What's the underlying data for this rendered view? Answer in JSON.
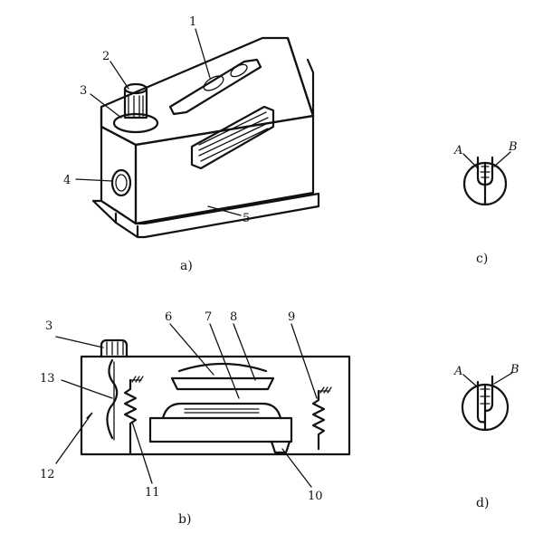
{
  "figure": {
    "captions": {
      "a": "a)",
      "b": "b)",
      "c": "c)",
      "d": "d)"
    },
    "view_a_labels": [
      "1",
      "2",
      "3",
      "4",
      "5"
    ],
    "view_b_labels": [
      "3",
      "6",
      "7",
      "8",
      "9",
      "13",
      "12",
      "11",
      "10"
    ],
    "bubble_labels": {
      "left": "A",
      "right": "B"
    }
  }
}
